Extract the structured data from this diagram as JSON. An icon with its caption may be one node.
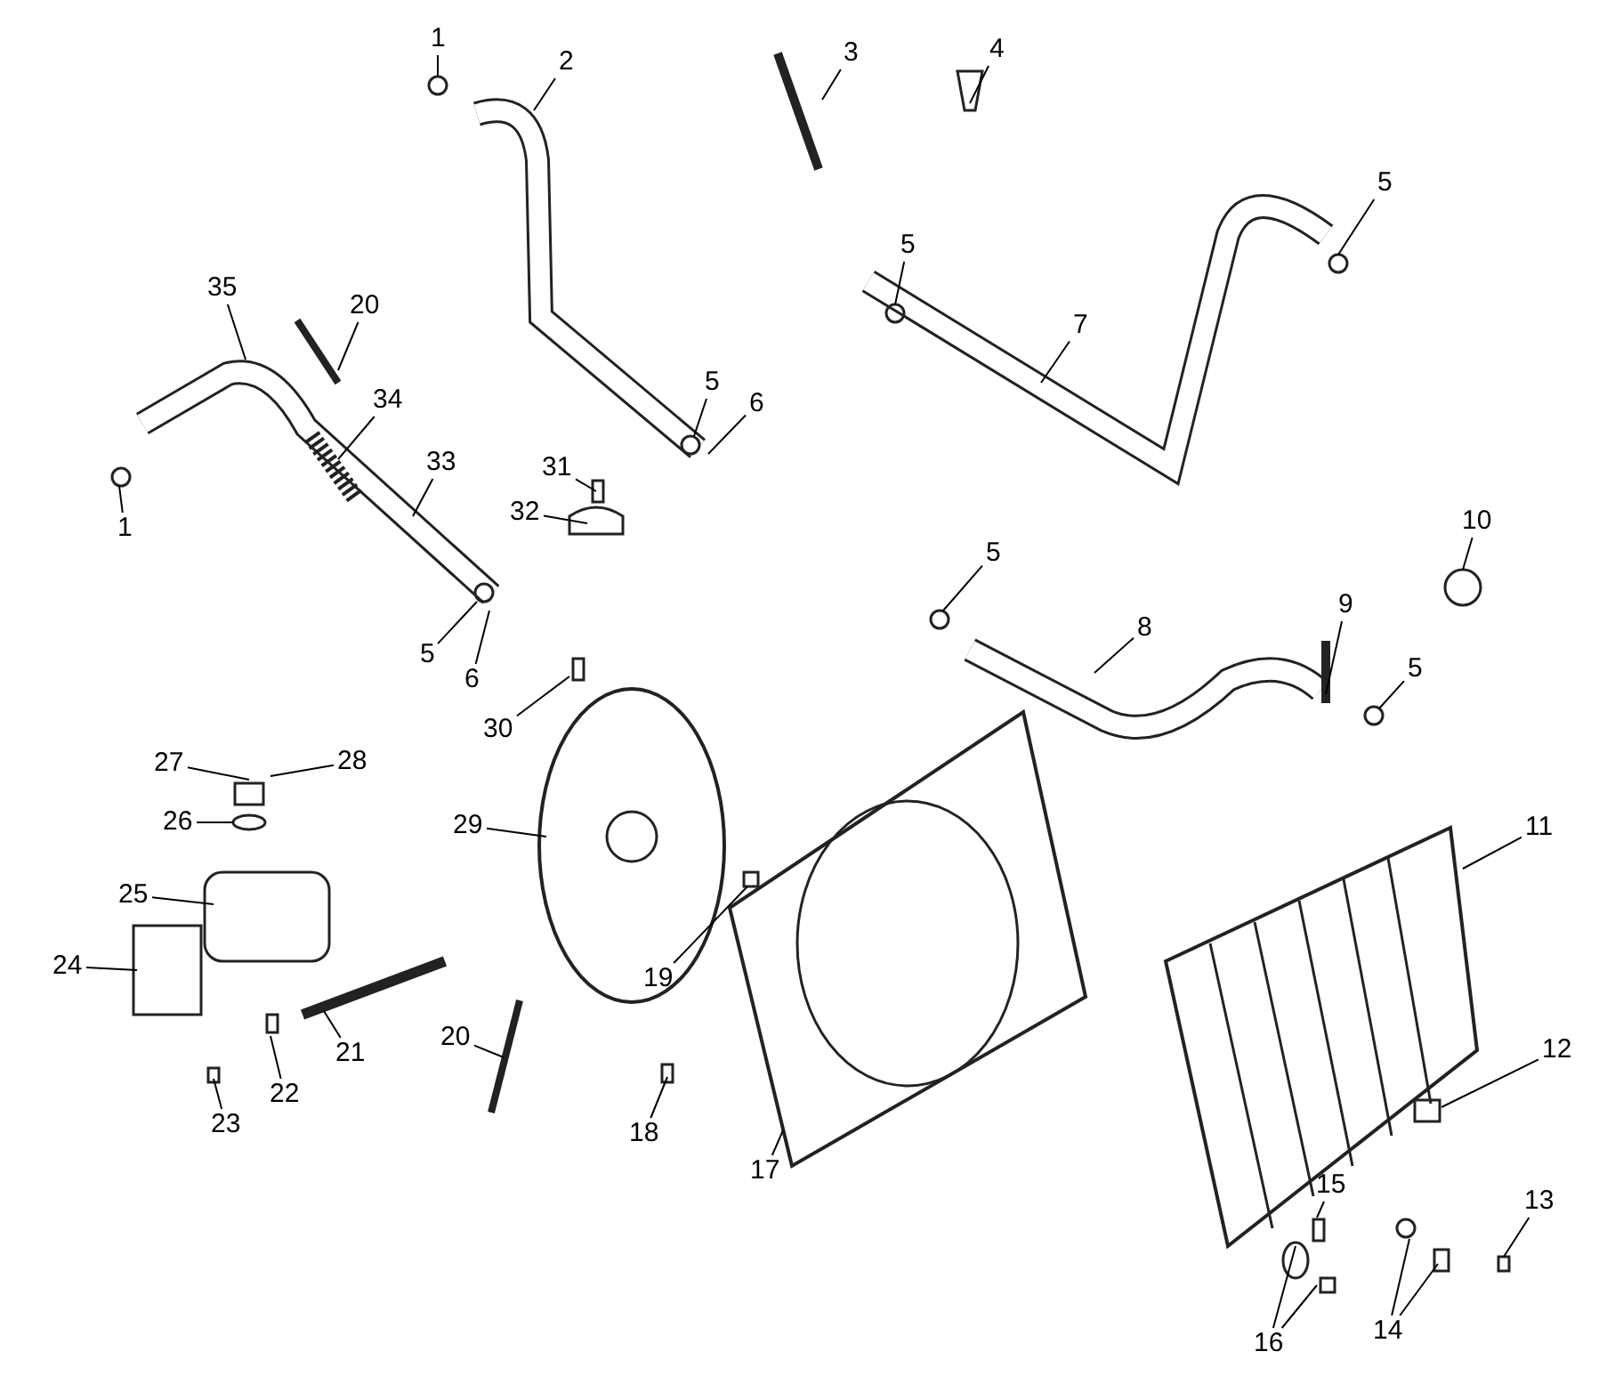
{
  "diagram": {
    "nodes": [
      {
        "text": [
          "1"
        ]
      },
      {
        "text": [
          "2"
        ]
      },
      {
        "text": [
          "3"
        ]
      },
      {
        "text": [
          "4"
        ]
      },
      {
        "text": [
          "5"
        ]
      },
      {
        "text": [
          "5"
        ]
      },
      {
        "text": [
          "35"
        ]
      },
      {
        "text": [
          "20"
        ]
      },
      {
        "text": [
          "7"
        ]
      },
      {
        "text": [
          "5"
        ]
      },
      {
        "text": [
          "6"
        ]
      },
      {
        "text": [
          "34"
        ]
      },
      {
        "text": [
          "1"
        ]
      },
      {
        "text": [
          "31"
        ]
      },
      {
        "text": [
          "32"
        ]
      },
      {
        "text": [
          "33"
        ]
      },
      {
        "text": [
          "5"
        ]
      },
      {
        "text": [
          "10"
        ]
      },
      {
        "text": [
          "8"
        ]
      },
      {
        "text": [
          "9"
        ]
      },
      {
        "text": [
          "5"
        ]
      },
      {
        "text": [
          "6"
        ]
      },
      {
        "text": [
          "5"
        ]
      },
      {
        "text": [
          "30"
        ]
      },
      {
        "text": [
          "27"
        ]
      },
      {
        "text": [
          "28"
        ]
      },
      {
        "text": [
          "26"
        ]
      },
      {
        "text": [
          "11"
        ]
      },
      {
        "text": [
          "29"
        ]
      },
      {
        "text": [
          "25"
        ]
      },
      {
        "text": [
          "19"
        ]
      },
      {
        "text": [
          "24"
        ]
      },
      {
        "text": [
          "12"
        ]
      },
      {
        "text": [
          "21"
        ]
      },
      {
        "text": [
          "22"
        ]
      },
      {
        "text": [
          "20"
        ]
      },
      {
        "text": [
          "23"
        ]
      },
      {
        "text": [
          "18"
        ]
      },
      {
        "text": [
          "17"
        ]
      },
      {
        "text": [
          "13"
        ]
      },
      {
        "text": [
          "15"
        ]
      },
      {
        "text": [
          "14"
        ]
      },
      {
        "text": [
          "16"
        ]
      }
    ],
    "edges": [
      {
        "from": 0,
        "to": null,
        "arrow": "none"
      },
      {
        "from": 1,
        "to": null,
        "arrow": "none"
      },
      {
        "from": 2,
        "to": null,
        "arrow": "none"
      },
      {
        "from": 3,
        "to": null,
        "arrow": "none"
      },
      {
        "from": 4,
        "to": null,
        "arrow": "none"
      },
      {
        "from": 5,
        "to": null,
        "arrow": "none"
      },
      {
        "from": 6,
        "to": null,
        "arrow": "none"
      },
      {
        "from": 7,
        "to": null,
        "arrow": "none"
      },
      {
        "from": 8,
        "to": null,
        "arrow": "none"
      },
      {
        "from": 9,
        "to": null,
        "arrow": "none"
      },
      {
        "from": 10,
        "to": null,
        "arrow": "none"
      },
      {
        "from": 11,
        "to": null,
        "arrow": "none"
      },
      {
        "from": 12,
        "to": null,
        "arrow": "none"
      },
      {
        "from": 13,
        "to": null,
        "arrow": "none"
      },
      {
        "from": 14,
        "to": null,
        "arrow": "none"
      },
      {
        "from": 15,
        "to": null,
        "arrow": "none"
      },
      {
        "from": 16,
        "to": null,
        "arrow": "none"
      },
      {
        "from": 17,
        "to": null,
        "arrow": "none"
      },
      {
        "from": 18,
        "to": null,
        "arrow": "none"
      },
      {
        "from": 19,
        "to": null,
        "arrow": "none"
      },
      {
        "from": 20,
        "to": null,
        "arrow": "none"
      },
      {
        "from": 21,
        "to": null,
        "arrow": "none"
      },
      {
        "from": 22,
        "to": null,
        "arrow": "none"
      },
      {
        "from": 23,
        "to": null,
        "arrow": "none"
      },
      {
        "from": 24,
        "to": null,
        "arrow": "none"
      },
      {
        "from": 25,
        "to": null,
        "arrow": "none"
      },
      {
        "from": 26,
        "to": null,
        "arrow": "none"
      },
      {
        "from": 27,
        "to": null,
        "arrow": "none"
      },
      {
        "from": 28,
        "to": null,
        "arrow": "none"
      },
      {
        "from": 29,
        "to": null,
        "arrow": "none"
      },
      {
        "from": 30,
        "to": null,
        "arrow": "none"
      },
      {
        "from": 31,
        "to": null,
        "arrow": "none"
      },
      {
        "from": 32,
        "to": null,
        "arrow": "none"
      },
      {
        "from": 33,
        "to": null,
        "arrow": "none"
      },
      {
        "from": 34,
        "to": null,
        "arrow": "none"
      },
      {
        "from": 35,
        "to": null,
        "arrow": "none"
      },
      {
        "from": 36,
        "to": null,
        "arrow": "none"
      },
      {
        "from": 37,
        "to": null,
        "arrow": "none"
      },
      {
        "from": 38,
        "to": null,
        "arrow": "none"
      },
      {
        "from": 39,
        "to": null,
        "arrow": "none"
      },
      {
        "from": 40,
        "to": null,
        "arrow": "none"
      },
      {
        "from": 41,
        "to": null,
        "arrow": "none"
      },
      {
        "from": 41,
        "to": null,
        "arrow": "none"
      },
      {
        "from": 42,
        "to": null,
        "arrow": "none"
      },
      {
        "from": 42,
        "to": null,
        "arrow": "none"
      }
    ]
  }
}
